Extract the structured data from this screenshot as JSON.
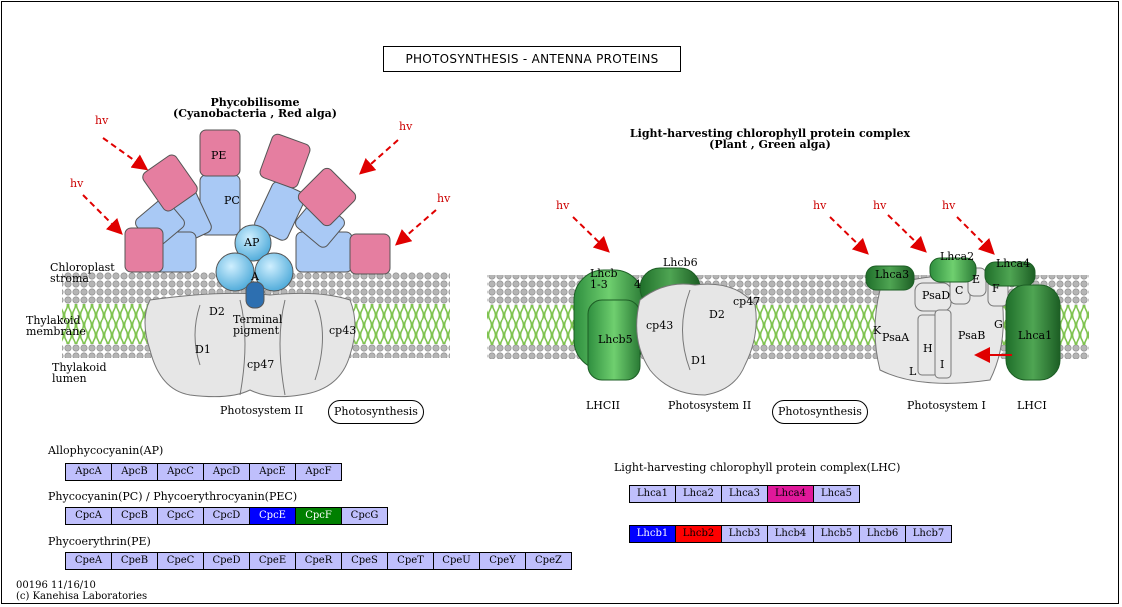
{
  "title": "PHOTOSYNTHESIS - ANTENNA PROTEINS",
  "phycobilisome": {
    "title": "Phycobilisome",
    "subtitle": "(Cyanobacteria , Red alga)"
  },
  "lhc_complex": {
    "title": "Light-harvesting chlorophyll protein complex",
    "subtitle": "(Plant , Green alga)"
  },
  "hv": "hv",
  "left_labels": {
    "stroma_1": "Chloroplast",
    "stroma_2": "stroma",
    "membrane_1": "Thylakoid",
    "membrane_2": "membrane",
    "lumen_1": "Thylakoid",
    "lumen_2": "lumen",
    "pe": "PE",
    "pc": "PC",
    "ap": "AP",
    "a": "A",
    "d2": "D2",
    "d1": "D1",
    "cp43": "cp43",
    "cp47": "cp47",
    "terminal_1": "Terminal",
    "terminal_2": "pigment",
    "psii": "Photosystem II",
    "photosynthesis_link": "Photosynthesis"
  },
  "right_labels": {
    "lhcb": "Lhcb",
    "lhcb13": "1-3",
    "four": "4",
    "lhcb6": "Lhcb6",
    "lhcb5": "Lhcb5",
    "cp43": "cp43",
    "cp47": "cp47",
    "d1": "D1",
    "d2": "D2",
    "lhcii": "LHCII",
    "psii": "Photosystem II",
    "photosynthesis_link": "Photosynthesis",
    "lhca3": "Lhca3",
    "lhca2": "Lhca2",
    "lhca4": "Lhca4",
    "lhca1": "Lhca1",
    "psad": "PsaD",
    "c": "C",
    "e": "E",
    "f": "F",
    "k": "K",
    "psaa": "PsaA",
    "psab": "PsaB",
    "h": "H",
    "l": "L",
    "i": "I",
    "g": "G",
    "psi": "Photosystem I",
    "lhci": "LHCI"
  },
  "allophycocyanin": {
    "heading": "Allophycocyanin(AP)",
    "items": [
      {
        "label": "ApcA",
        "color": "#bfbffc"
      },
      {
        "label": "ApcB",
        "color": "#bfbffc"
      },
      {
        "label": "ApcC",
        "color": "#bfbffc"
      },
      {
        "label": "ApcD",
        "color": "#bfbffc"
      },
      {
        "label": "ApcE",
        "color": "#bfbffc"
      },
      {
        "label": "ApcF",
        "color": "#bfbffc"
      }
    ]
  },
  "phycocyanin": {
    "heading": "Phycocyanin(PC) / Phycoerythrocyanin(PEC)",
    "items": [
      {
        "label": "CpcA",
        "color": "#bfbffc"
      },
      {
        "label": "CpcB",
        "color": "#bfbffc"
      },
      {
        "label": "CpcC",
        "color": "#bfbffc"
      },
      {
        "label": "CpcD",
        "color": "#bfbffc"
      },
      {
        "label": "CpcE",
        "color": "#0000ff"
      },
      {
        "label": "CpcF",
        "color": "#007f00"
      },
      {
        "label": "CpcG",
        "color": "#bfbffc"
      }
    ]
  },
  "phycoerythrin": {
    "heading": "Phycoerythrin(PE)",
    "items": [
      {
        "label": "CpeA",
        "color": "#bfbffc"
      },
      {
        "label": "CpeB",
        "color": "#bfbffc"
      },
      {
        "label": "CpeC",
        "color": "#bfbffc"
      },
      {
        "label": "CpeD",
        "color": "#bfbffc"
      },
      {
        "label": "CpeE",
        "color": "#bfbffc"
      },
      {
        "label": "CpeR",
        "color": "#bfbffc"
      },
      {
        "label": "CpeS",
        "color": "#bfbffc"
      },
      {
        "label": "CpeT",
        "color": "#bfbffc"
      },
      {
        "label": "CpeU",
        "color": "#bfbffc"
      },
      {
        "label": "CpeY",
        "color": "#bfbffc"
      },
      {
        "label": "CpeZ",
        "color": "#bfbffc"
      }
    ]
  },
  "lhc": {
    "heading": "Light-harvesting chlorophyll protein complex(LHC)",
    "lhca": [
      {
        "label": "Lhca1",
        "color": "#bfbffc"
      },
      {
        "label": "Lhca2",
        "color": "#bfbffc"
      },
      {
        "label": "Lhca3",
        "color": "#bfbffc"
      },
      {
        "label": "Lhca4",
        "color": "#e0189a"
      },
      {
        "label": "Lhca5",
        "color": "#bfbffc"
      }
    ],
    "lhcb": [
      {
        "label": "Lhcb1",
        "color": "#0000ff"
      },
      {
        "label": "Lhcb2",
        "color": "#ff0000"
      },
      {
        "label": "Lhcb3",
        "color": "#bfbffc"
      },
      {
        "label": "Lhcb4",
        "color": "#bfbffc"
      },
      {
        "label": "Lhcb5",
        "color": "#bfbffc"
      },
      {
        "label": "Lhcb6",
        "color": "#bfbffc"
      },
      {
        "label": "Lhcb7",
        "color": "#bfbffc"
      }
    ]
  },
  "footer": {
    "id": "00196 11/16/10",
    "copyright": "(c) Kanehisa Laboratories"
  }
}
